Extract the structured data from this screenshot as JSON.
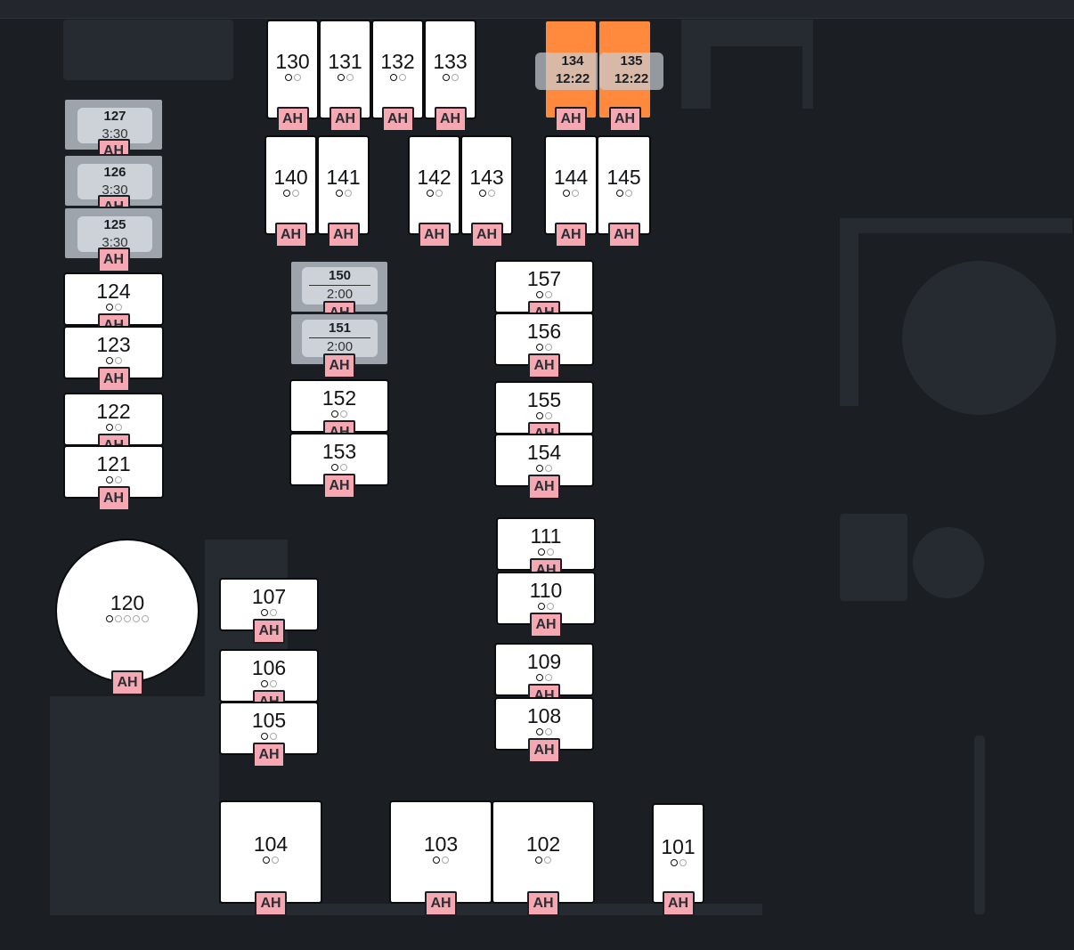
{
  "floor": {
    "tables": [
      {
        "id": "t130",
        "label": "130",
        "seats": 2,
        "ah": "AH",
        "status": "free"
      },
      {
        "id": "t131",
        "label": "131",
        "seats": 2,
        "ah": "AH",
        "status": "free"
      },
      {
        "id": "t132",
        "label": "132",
        "seats": 2,
        "ah": "AH",
        "status": "free"
      },
      {
        "id": "t133",
        "label": "133",
        "seats": 2,
        "ah": "AH",
        "status": "free"
      },
      {
        "id": "t134",
        "label": "134",
        "time": "12:22",
        "ah": "AH",
        "status": "active"
      },
      {
        "id": "t135",
        "label": "135",
        "time": "12:22",
        "ah": "AH",
        "status": "active"
      },
      {
        "id": "t127",
        "label": "127",
        "time": "3:30",
        "ah": "AH",
        "status": "occupied"
      },
      {
        "id": "t126",
        "label": "126",
        "time": "3:30",
        "ah": "AH",
        "status": "occupied"
      },
      {
        "id": "t125",
        "label": "125",
        "time": "3:30",
        "ah": "AH",
        "status": "occupied"
      },
      {
        "id": "t140",
        "label": "140",
        "seats": 2,
        "ah": "AH",
        "status": "free"
      },
      {
        "id": "t141",
        "label": "141",
        "seats": 2,
        "ah": "AH",
        "status": "free"
      },
      {
        "id": "t142",
        "label": "142",
        "seats": 2,
        "ah": "AH",
        "status": "free"
      },
      {
        "id": "t143",
        "label": "143",
        "seats": 2,
        "ah": "AH",
        "status": "free"
      },
      {
        "id": "t144",
        "label": "144",
        "seats": 2,
        "ah": "AH",
        "status": "free"
      },
      {
        "id": "t145",
        "label": "145",
        "seats": 2,
        "ah": "AH",
        "status": "free"
      },
      {
        "id": "t124",
        "label": "124",
        "seats": 2,
        "ah": "AH",
        "status": "free"
      },
      {
        "id": "t123",
        "label": "123",
        "seats": 2,
        "ah": "AH",
        "status": "free"
      },
      {
        "id": "t122",
        "label": "122",
        "seats": 2,
        "ah": "AH",
        "status": "free"
      },
      {
        "id": "t121",
        "label": "121",
        "seats": 2,
        "ah": "AH",
        "status": "free"
      },
      {
        "id": "t150",
        "label": "150",
        "time": "2:00",
        "ah": "AH",
        "status": "occupied"
      },
      {
        "id": "t151",
        "label": "151",
        "time": "2:00",
        "ah": "AH",
        "status": "occupied"
      },
      {
        "id": "t152",
        "label": "152",
        "seats": 2,
        "ah": "AH",
        "status": "free"
      },
      {
        "id": "t153",
        "label": "153",
        "seats": 2,
        "ah": "AH",
        "status": "free"
      },
      {
        "id": "t157",
        "label": "157",
        "seats": 2,
        "ah": "AH",
        "status": "free"
      },
      {
        "id": "t156",
        "label": "156",
        "seats": 2,
        "ah": "AH",
        "status": "free"
      },
      {
        "id": "t155",
        "label": "155",
        "seats": 2,
        "ah": "AH",
        "status": "free"
      },
      {
        "id": "t154",
        "label": "154",
        "seats": 2,
        "ah": "AH",
        "status": "free"
      },
      {
        "id": "t120",
        "label": "120",
        "seats": 5,
        "ah": "AH",
        "status": "free"
      },
      {
        "id": "t107",
        "label": "107",
        "seats": 2,
        "ah": "AH",
        "status": "free"
      },
      {
        "id": "t106",
        "label": "106",
        "seats": 2,
        "ah": "AH",
        "status": "free"
      },
      {
        "id": "t105",
        "label": "105",
        "seats": 2,
        "ah": "AH",
        "status": "free"
      },
      {
        "id": "t111",
        "label": "111",
        "seats": 2,
        "ah": "AH",
        "status": "free"
      },
      {
        "id": "t110",
        "label": "110",
        "seats": 2,
        "ah": "AH",
        "status": "free"
      },
      {
        "id": "t109",
        "label": "109",
        "seats": 2,
        "ah": "AH",
        "status": "free"
      },
      {
        "id": "t108",
        "label": "108",
        "seats": 2,
        "ah": "AH",
        "status": "free"
      },
      {
        "id": "t104",
        "label": "104",
        "seats": 2,
        "ah": "AH",
        "status": "free"
      },
      {
        "id": "t103",
        "label": "103",
        "seats": 2,
        "ah": "AH",
        "status": "free"
      },
      {
        "id": "t102",
        "label": "102",
        "seats": 2,
        "ah": "AH",
        "status": "free"
      },
      {
        "id": "t101",
        "label": "101",
        "seats": 2,
        "ah": "AH",
        "status": "free"
      }
    ]
  },
  "colors": {
    "background": "#1b1e23",
    "active": "#ff8a3d",
    "occupied": "#9ea4ab",
    "free": "#ffffff",
    "badge": "#f6a8b2"
  }
}
